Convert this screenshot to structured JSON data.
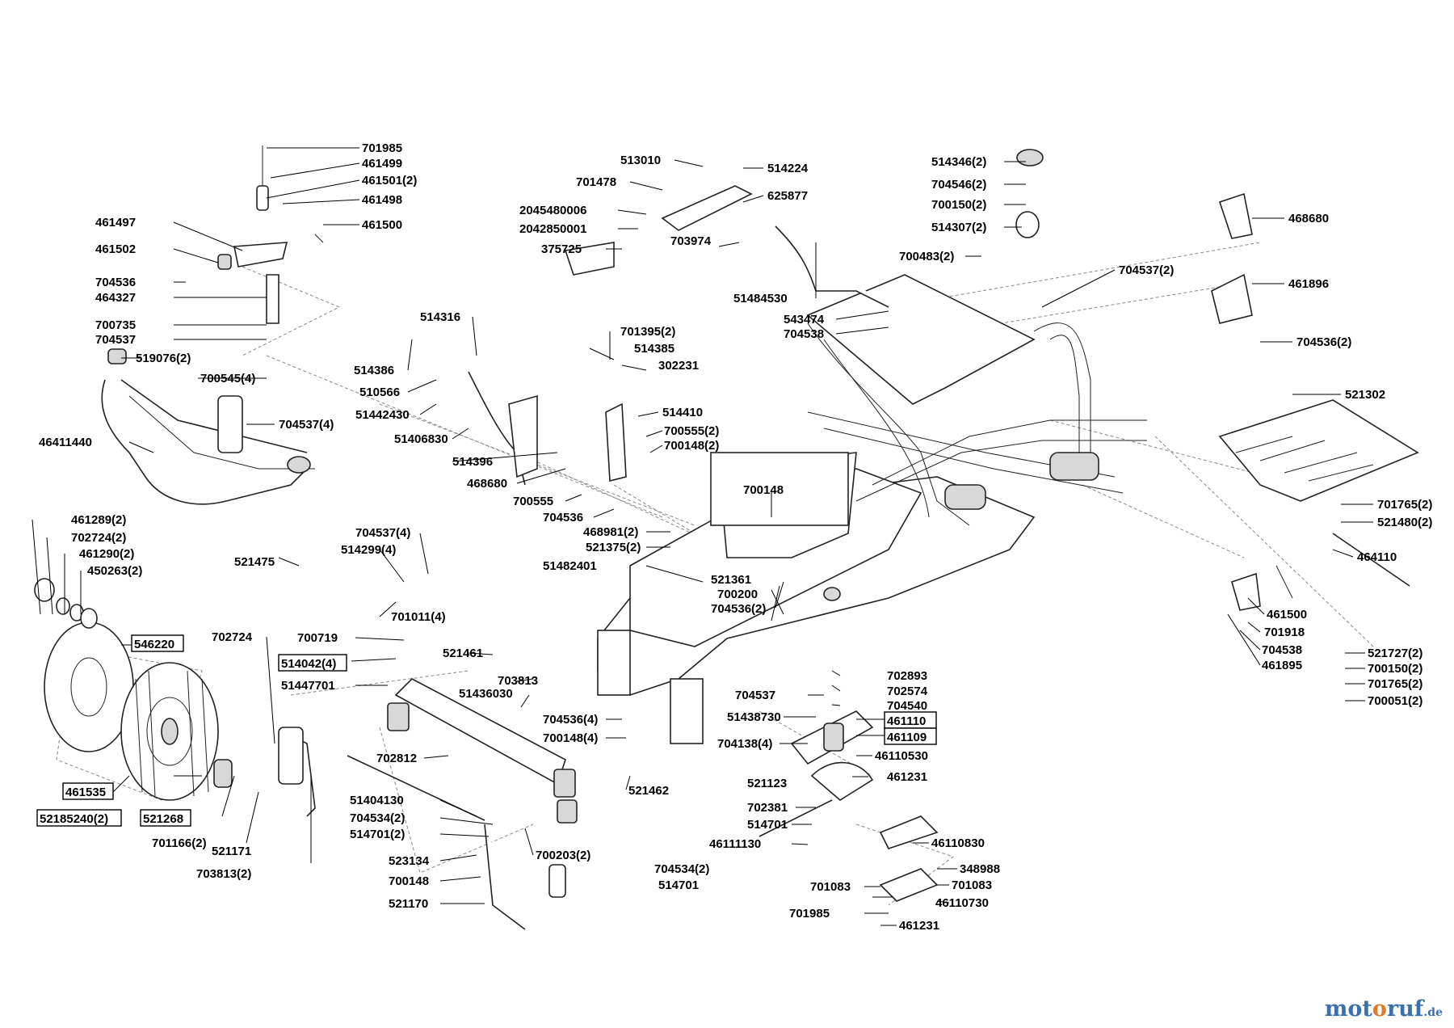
{
  "diagram": {
    "labels": [
      {
        "text": "701985"
      },
      {
        "text": "461499"
      },
      {
        "text": "461501(2)"
      },
      {
        "text": "461498"
      },
      {
        "text": "461500"
      },
      {
        "text": "461497"
      },
      {
        "text": "461502"
      },
      {
        "text": "704536"
      },
      {
        "text": "464327"
      },
      {
        "text": "700735"
      },
      {
        "text": "704537"
      },
      {
        "text": "519076(2)"
      },
      {
        "text": "700545(4)"
      },
      {
        "text": "704537(4)"
      },
      {
        "text": "46411440"
      },
      {
        "text": "513010"
      },
      {
        "text": "514224"
      },
      {
        "text": "701478"
      },
      {
        "text": "625877"
      },
      {
        "text": "2045480006"
      },
      {
        "text": "2042850001"
      },
      {
        "text": "703974"
      },
      {
        "text": "375725"
      },
      {
        "text": "51484530"
      },
      {
        "text": "543474"
      },
      {
        "text": "704538"
      },
      {
        "text": "514346(2)"
      },
      {
        "text": "704546(2)"
      },
      {
        "text": "700150(2)"
      },
      {
        "text": "514307(2)"
      },
      {
        "text": "700483(2)"
      },
      {
        "text": "704537(2)"
      },
      {
        "text": "468680"
      },
      {
        "text": "461896"
      },
      {
        "text": "704536(2)"
      },
      {
        "text": "521302"
      },
      {
        "text": "514316"
      },
      {
        "text": "514386"
      },
      {
        "text": "510566"
      },
      {
        "text": "51442430"
      },
      {
        "text": "51406830"
      },
      {
        "text": "514396"
      },
      {
        "text": "468680"
      },
      {
        "text": "700555"
      },
      {
        "text": "704536"
      },
      {
        "text": "701395(2)"
      },
      {
        "text": "514385"
      },
      {
        "text": "302231"
      },
      {
        "text": "514410"
      },
      {
        "text": "700555(2)"
      },
      {
        "text": "700148(2)"
      },
      {
        "text": "700148"
      },
      {
        "text": "468981(2)"
      },
      {
        "text": "521375(2)"
      },
      {
        "text": "51482401"
      },
      {
        "text": "521361"
      },
      {
        "text": "700200"
      },
      {
        "text": "704536(2)"
      },
      {
        "text": "461289(2)"
      },
      {
        "text": "702724(2)"
      },
      {
        "text": "461290(2)"
      },
      {
        "text": "450263(2)"
      },
      {
        "text": "521475"
      },
      {
        "text": "704537(4)"
      },
      {
        "text": "514299(4)"
      },
      {
        "text": "701011(4)"
      },
      {
        "text": "546220",
        "boxed": true
      },
      {
        "text": "702724"
      },
      {
        "text": "700719"
      },
      {
        "text": "514042(4)",
        "boxed": true
      },
      {
        "text": "51447701"
      },
      {
        "text": "521461"
      },
      {
        "text": "703813"
      },
      {
        "text": "51436030"
      },
      {
        "text": "704536(4)"
      },
      {
        "text": "700148(4)"
      },
      {
        "text": "521462"
      },
      {
        "text": "702812"
      },
      {
        "text": "461535",
        "boxed": true
      },
      {
        "text": "52185240(2)",
        "boxed": true
      },
      {
        "text": "521268",
        "boxed": true
      },
      {
        "text": "701166(2)"
      },
      {
        "text": "521171"
      },
      {
        "text": "703813(2)"
      },
      {
        "text": "51404130"
      },
      {
        "text": "704534(2)"
      },
      {
        "text": "514701(2)"
      },
      {
        "text": "523134"
      },
      {
        "text": "700148"
      },
      {
        "text": "521170"
      },
      {
        "text": "700203(2)"
      },
      {
        "text": "702893"
      },
      {
        "text": "702574"
      },
      {
        "text": "704537"
      },
      {
        "text": "704540"
      },
      {
        "text": "51438730"
      },
      {
        "text": "461110",
        "boxed": true
      },
      {
        "text": "461109",
        "boxed": true
      },
      {
        "text": "704138(4)"
      },
      {
        "text": "46110530"
      },
      {
        "text": "461231"
      },
      {
        "text": "521123"
      },
      {
        "text": "702381"
      },
      {
        "text": "514701"
      },
      {
        "text": "46111130"
      },
      {
        "text": "46110830"
      },
      {
        "text": "348988"
      },
      {
        "text": "701083"
      },
      {
        "text": "701083"
      },
      {
        "text": "704534(2)"
      },
      {
        "text": "514701"
      },
      {
        "text": "46110730"
      },
      {
        "text": "701985"
      },
      {
        "text": "461231"
      },
      {
        "text": "701765(2)"
      },
      {
        "text": "521480(2)"
      },
      {
        "text": "464110"
      },
      {
        "text": "461500"
      },
      {
        "text": "701918"
      },
      {
        "text": "704538"
      },
      {
        "text": "461895"
      },
      {
        "text": "521727(2)"
      },
      {
        "text": "700150(2)"
      },
      {
        "text": "701765(2)"
      },
      {
        "text": "700051(2)"
      }
    ]
  },
  "watermark": {
    "main_a": "mot",
    "main_b": "o",
    "main_c": "ruf",
    "suffix": ".de"
  }
}
